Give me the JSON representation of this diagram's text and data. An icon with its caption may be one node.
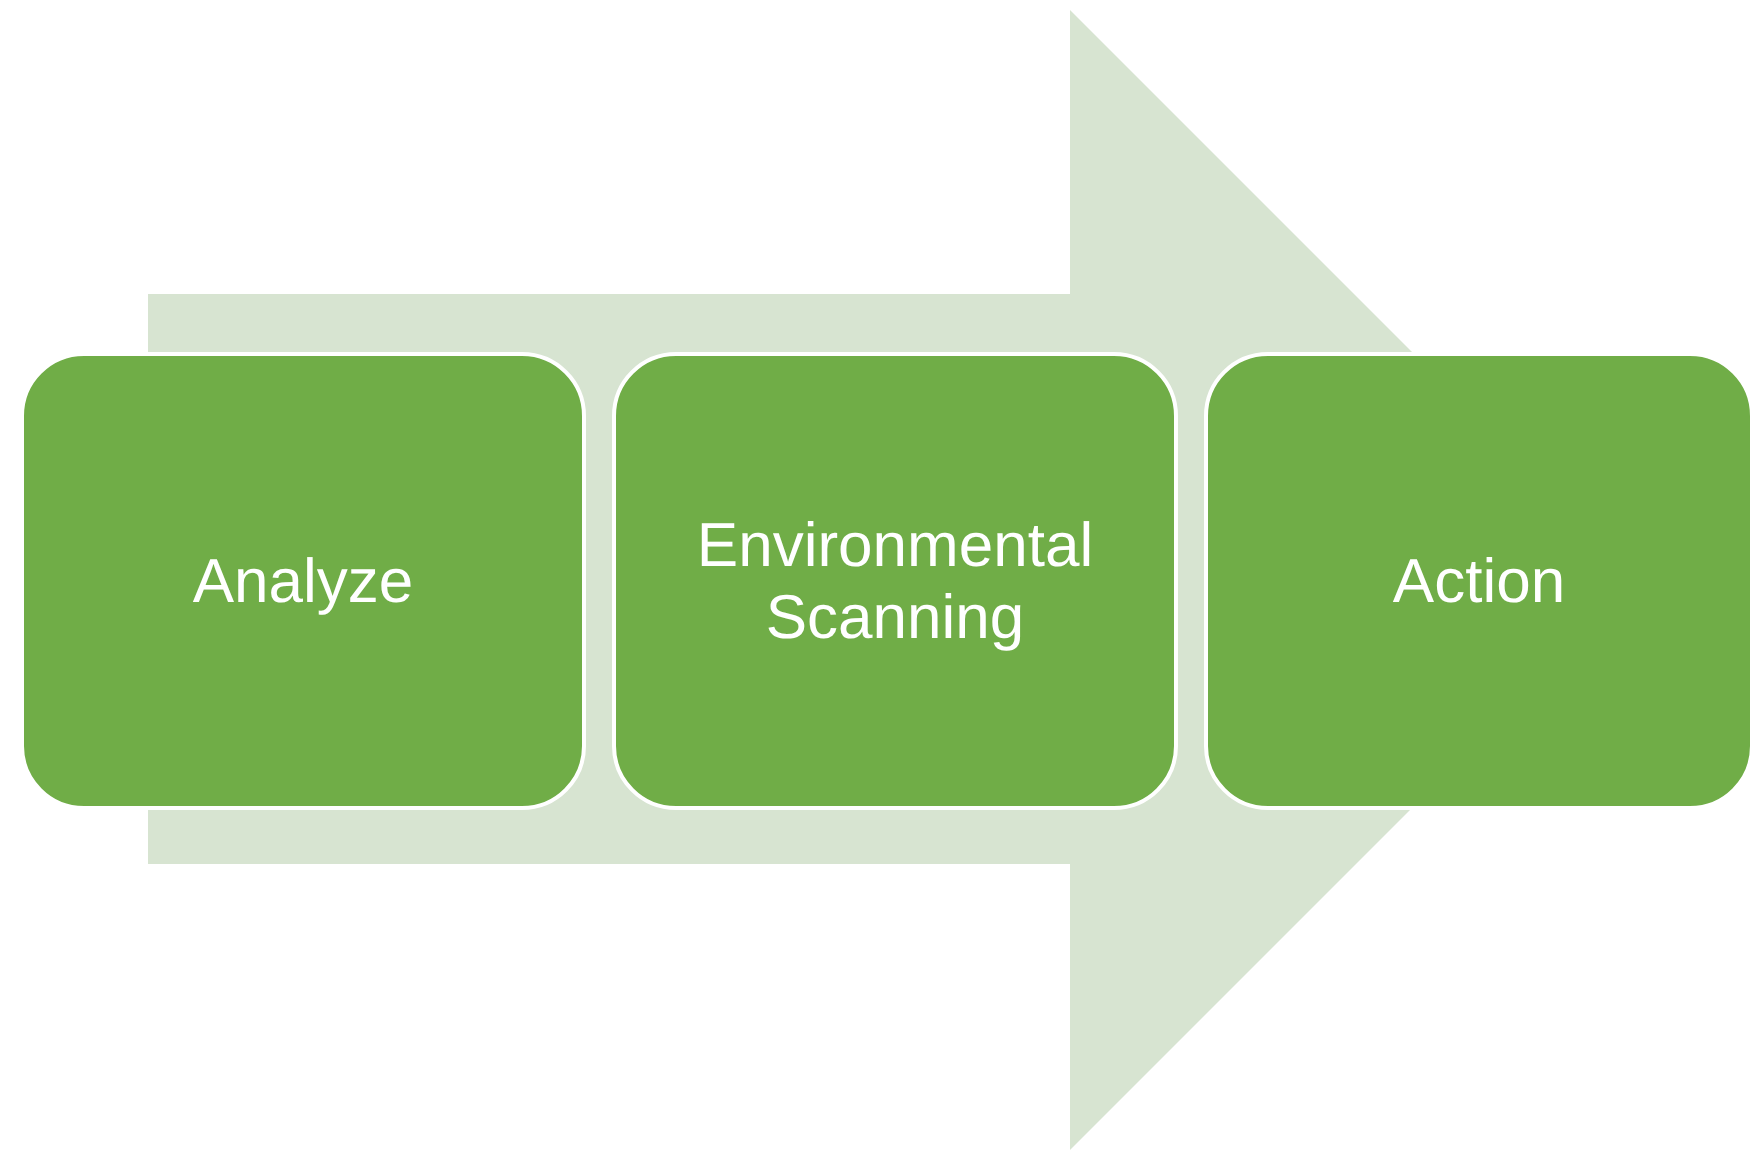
{
  "diagram": {
    "nodes": [
      {
        "text": [
          "Analyze"
        ]
      },
      {
        "text": [
          "Environmental Scanning"
        ]
      },
      {
        "text": [
          "Action"
        ]
      }
    ],
    "edges": [
      {
        "from": 0,
        "to": 2,
        "arrow": "to"
      }
    ]
  }
}
